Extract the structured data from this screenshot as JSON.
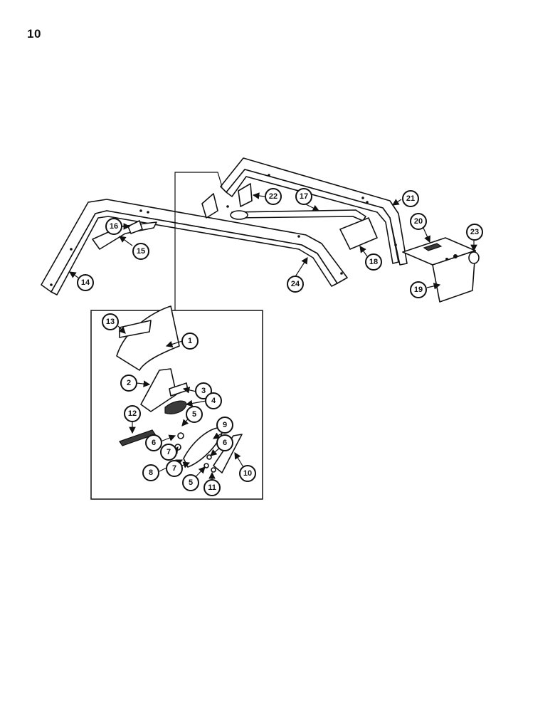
{
  "page": {
    "number": "10"
  },
  "diagram": {
    "callouts": [
      "1",
      "2",
      "3",
      "4",
      "5",
      "6",
      "7",
      "8",
      "9",
      "10",
      "11",
      "12",
      "13",
      "14",
      "15",
      "16",
      "17",
      "18",
      "19",
      "20",
      "21",
      "22",
      "23",
      "24",
      "5",
      "6",
      "7"
    ]
  },
  "colors": {
    "ink": "#111111",
    "paper": "#ffffff"
  }
}
